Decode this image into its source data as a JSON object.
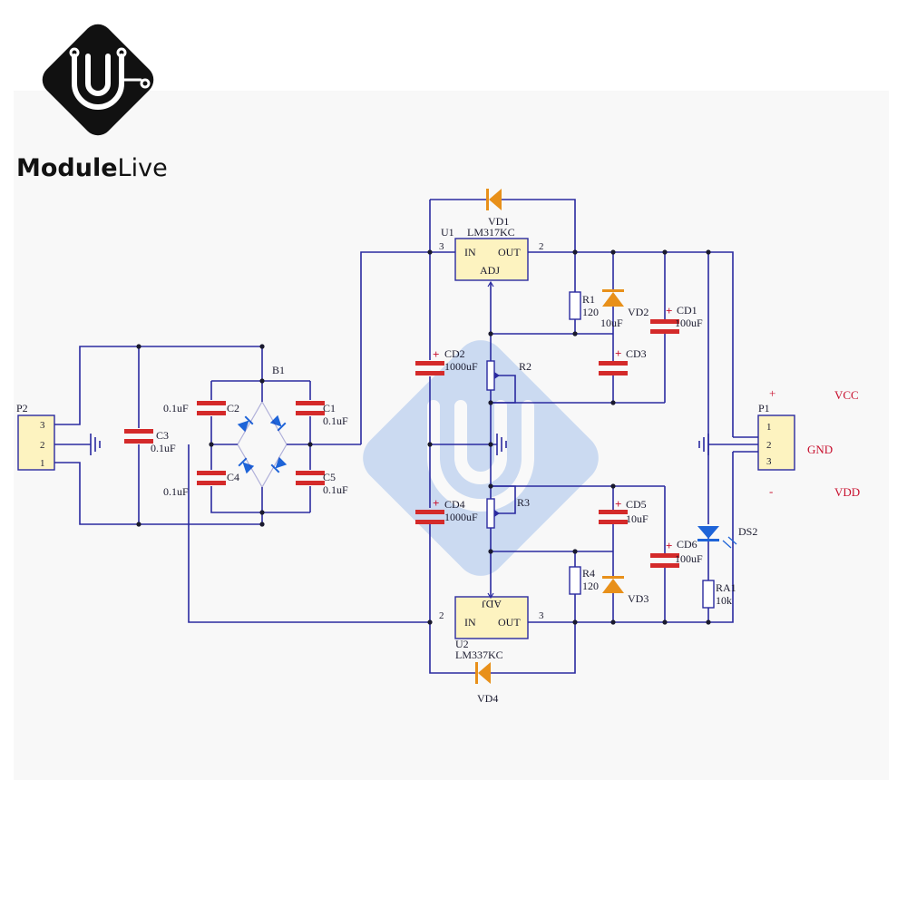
{
  "brand": {
    "name_bold": "Module",
    "name_light": "Live"
  },
  "colors": {
    "wire": "#2a2aa0",
    "capacitor": "#d42a2a",
    "diode_orange": "#e8901a",
    "diode_blue": "#1e64d8",
    "ic_fill": "#fdf3c0",
    "connector_fill": "#fdf3c0",
    "label": "#1a1a2e",
    "pin_label_red": "#c8102e",
    "watermark": "#5a8fe0"
  },
  "connectors": {
    "p2": {
      "ref": "P2",
      "pins": [
        "3",
        "2",
        "1"
      ]
    },
    "p1": {
      "ref": "P1",
      "pins": [
        "1",
        "2",
        "3"
      ]
    }
  },
  "ic_top": {
    "ref": "U1",
    "part": "LM317KC",
    "pin_in": "IN",
    "pin_out": "OUT",
    "pin_adj": "ADJ",
    "num_in": "3",
    "num_out": "2"
  },
  "ic_bottom": {
    "ref": "U2",
    "part": "LM337KC",
    "pin_in": "IN",
    "pin_out": "OUT",
    "pin_adj": "ADJ",
    "num_in": "2",
    "num_out": "3"
  },
  "bridge": {
    "ref": "B1"
  },
  "caps": {
    "c1": {
      "ref": "C1",
      "value": "0.1uF"
    },
    "c2": {
      "ref": "C2",
      "value": "0.1uF"
    },
    "c3": {
      "ref": "C3",
      "value": "0.1uF"
    },
    "c4": {
      "ref": "C4",
      "value": "0.1uF"
    },
    "c5": {
      "ref": "C5",
      "value": "0.1uF"
    },
    "cd1": {
      "ref": "CD1",
      "value": "100uF"
    },
    "cd2": {
      "ref": "CD2",
      "value": "1000uF"
    },
    "cd3": {
      "ref": "CD3",
      "value": "10uF"
    },
    "cd4": {
      "ref": "CD4",
      "value": "1000uF"
    },
    "cd5": {
      "ref": "CD5",
      "value": "10uF"
    },
    "cd6": {
      "ref": "CD6",
      "value": "100uF"
    }
  },
  "resistors": {
    "r1": {
      "ref": "R1",
      "value": "120"
    },
    "r2": {
      "ref": "R2"
    },
    "r3": {
      "ref": "R3"
    },
    "r4": {
      "ref": "R4",
      "value": "120"
    },
    "ra1": {
      "ref": "RA1",
      "value": "10k"
    }
  },
  "diodes": {
    "vd1": "VD1",
    "vd2": "VD2",
    "vd3": "VD3",
    "vd4": "VD4",
    "ds2": "DS2"
  },
  "outputs": {
    "plus_sign": "+",
    "minus_sign": "-",
    "vcc": "VCC",
    "gnd": "GND",
    "vdd": "VDD"
  }
}
